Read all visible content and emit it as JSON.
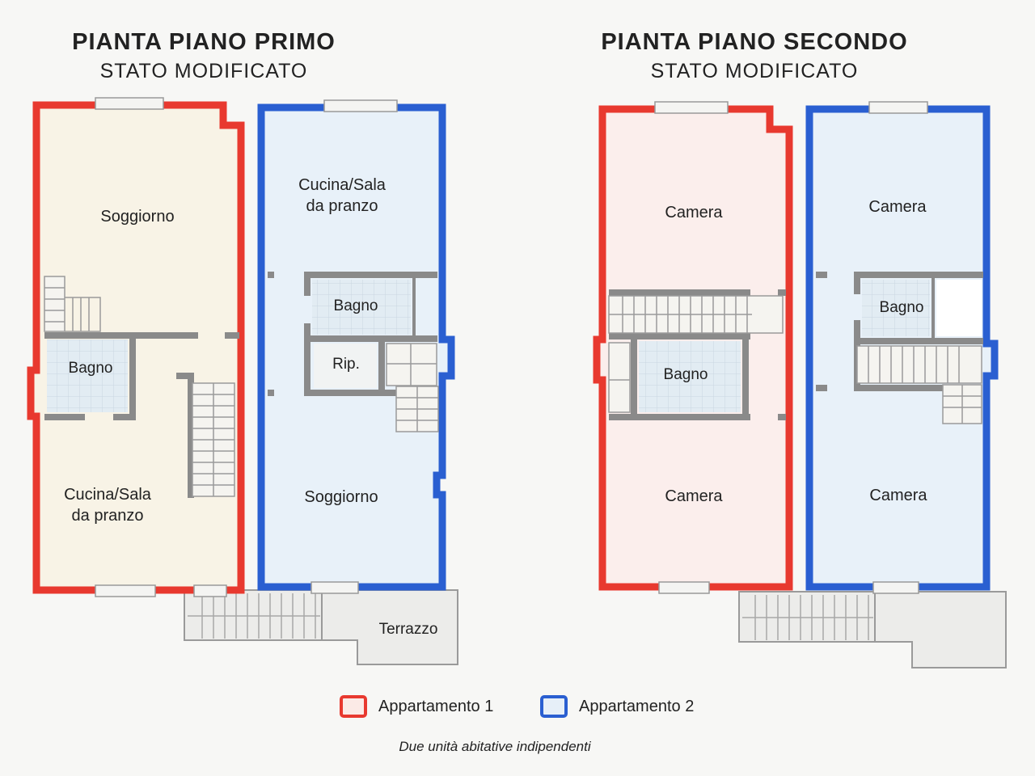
{
  "plans": [
    {
      "title": "PIANTA PIANO PRIMO",
      "subtitle": "STATO MODIFICATO",
      "apartment1_rooms": [
        "Soggiorno",
        "Bagno",
        "Cucina/Sala",
        "da pranzo"
      ],
      "apartment2_rooms": [
        "Cucina/Sala",
        "da pranzo",
        "Bagno",
        "Rip.",
        "Soggiorno"
      ],
      "exterior": [
        "Terrazzo"
      ]
    },
    {
      "title": "PIANTA PIANO SECONDO",
      "subtitle": "STATO MODIFICATO",
      "apartment1_rooms": [
        "Camera",
        "Bagno",
        "Camera"
      ],
      "apartment2_rooms": [
        "Camera",
        "Bagno",
        "Camera"
      ]
    }
  ],
  "legend": [
    {
      "label": "Appartamento 1",
      "color": "#e8392f",
      "fill": "#fbeae6"
    },
    {
      "label": "Appartamento 2",
      "color": "#2a5fd1",
      "fill": "#e6eff8"
    }
  ],
  "note": "Due unità abitative indipendenti",
  "colors": {
    "apt1_first_fill": "#f8f3e6",
    "apt1_second_fill": "#fbeeec",
    "apt2_fill": "#e8f1f9",
    "wall": "#8a8a8a"
  }
}
